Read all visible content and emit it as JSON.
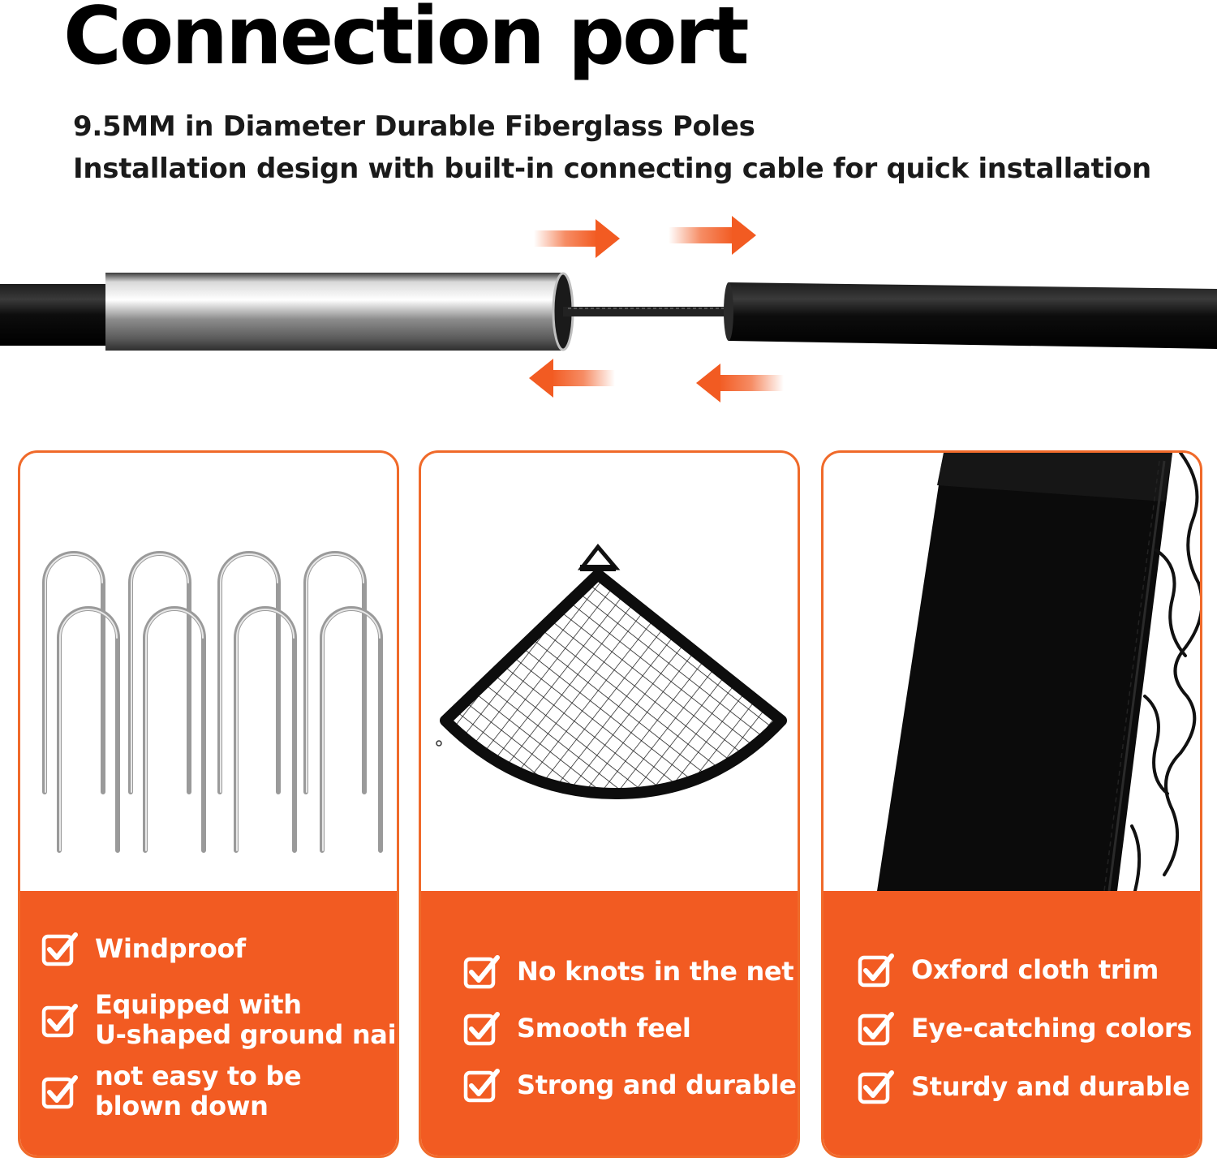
{
  "header": {
    "title": "Connection port",
    "subtitle_lines": [
      "9.5MM in Diameter Durable Fiberglass Poles",
      "Installation design with built-in connecting cable for quick installation"
    ]
  },
  "colors": {
    "accent": "#f25b22",
    "pole": "#111111"
  },
  "icons": [
    "arrow-right-icon",
    "arrow-left-icon",
    "checkbox-check-icon"
  ],
  "cards": [
    {
      "image": "u-shaped-ground-nails",
      "features": [
        "Windproof",
        "Equipped with U-shaped ground nails",
        "not easy to be blown down"
      ],
      "lines": [
        [
          "Windproof"
        ],
        [
          "Equipped with",
          "U-shaped ground nails"
        ],
        [
          "not easy to be",
          "blown down"
        ]
      ]
    },
    {
      "image": "corner-target-net",
      "features": [
        "No knots in the net",
        "Smooth feel",
        "Strong and durable"
      ],
      "lines": [
        [
          "No knots in the net"
        ],
        [
          "Smooth feel"
        ],
        [
          "Strong and durable"
        ]
      ]
    },
    {
      "image": "black-oxford-cloth-trim",
      "features": [
        "Oxford cloth trim",
        "Eye-catching colors",
        "Sturdy and durable"
      ],
      "lines": [
        [
          "Oxford cloth trim"
        ],
        [
          "Eye-catching colors"
        ],
        [
          "Sturdy and durable"
        ]
      ]
    }
  ]
}
